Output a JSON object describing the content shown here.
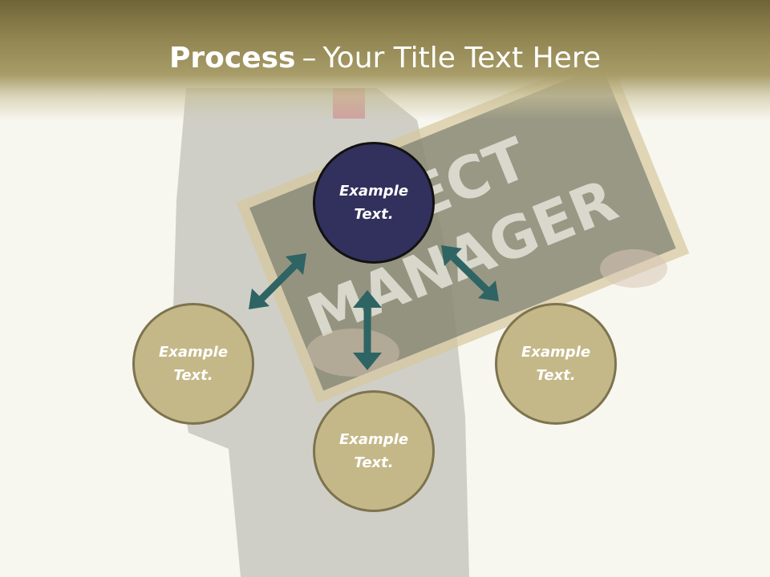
{
  "slide": {
    "title_bold": "Process",
    "title_dash": "–",
    "title_rest": "Your Title Text Here"
  },
  "photo": {
    "board_line_1": "OJECT",
    "board_line_2": "MANAGER"
  },
  "circles": {
    "center": {
      "line1": "Example",
      "line2": "Text."
    },
    "left": {
      "line1": "Example",
      "line2": "Text."
    },
    "right": {
      "line1": "Example",
      "line2": "Text."
    },
    "bottom": {
      "line1": "Example",
      "line2": "Text."
    }
  },
  "colors": {
    "title_band": "#8f8450",
    "center_fill": "#32305c",
    "outer_fill": "#c5b888",
    "arrow": "#2e6463"
  }
}
